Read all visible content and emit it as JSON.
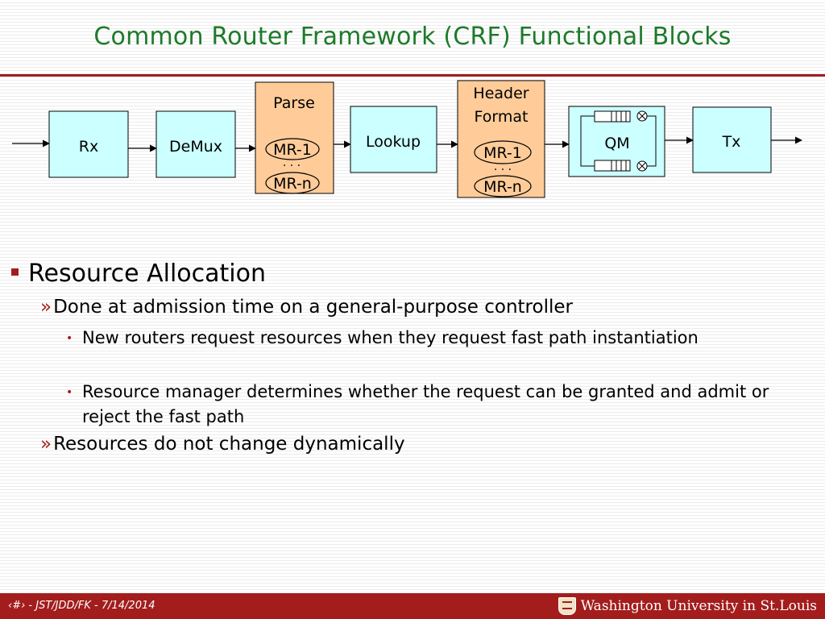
{
  "slide": {
    "title": "Common Router Framework (CRF) Functional Blocks"
  },
  "diagram": {
    "blocks": {
      "rx": "Rx",
      "demux": "DeMux",
      "parse": "Parse",
      "lookup": "Lookup",
      "header_format_line1": "Header",
      "header_format_line2": "Format",
      "qm": "QM",
      "tx": "Tx"
    },
    "mr_first": "MR-1",
    "mr_ellipsis": ". . .",
    "mr_last": "MR-n",
    "colors": {
      "light_block_fill": "#ccffff",
      "processing_block_fill": "#ffcc99"
    }
  },
  "content": {
    "level1": "Resource Allocation",
    "level2_a": "Done at admission time on a general-purpose controller",
    "level3_a": "New routers request resources when they request fast path instantiation",
    "level3_b": "Resource manager determines whether the request can be granted and admit or reject the fast path",
    "level2_b": "Resources do not change dynamically",
    "bullet_marker_l2": "»",
    "bullet_marker_l3": "•"
  },
  "footer": {
    "text": "‹#› - JST/JDD/FK - 7/14/2014",
    "logo_text": "Washington University in St.Louis"
  },
  "theme": {
    "title_color": "#1d7a2a",
    "accent_color": "#a31d1d"
  }
}
